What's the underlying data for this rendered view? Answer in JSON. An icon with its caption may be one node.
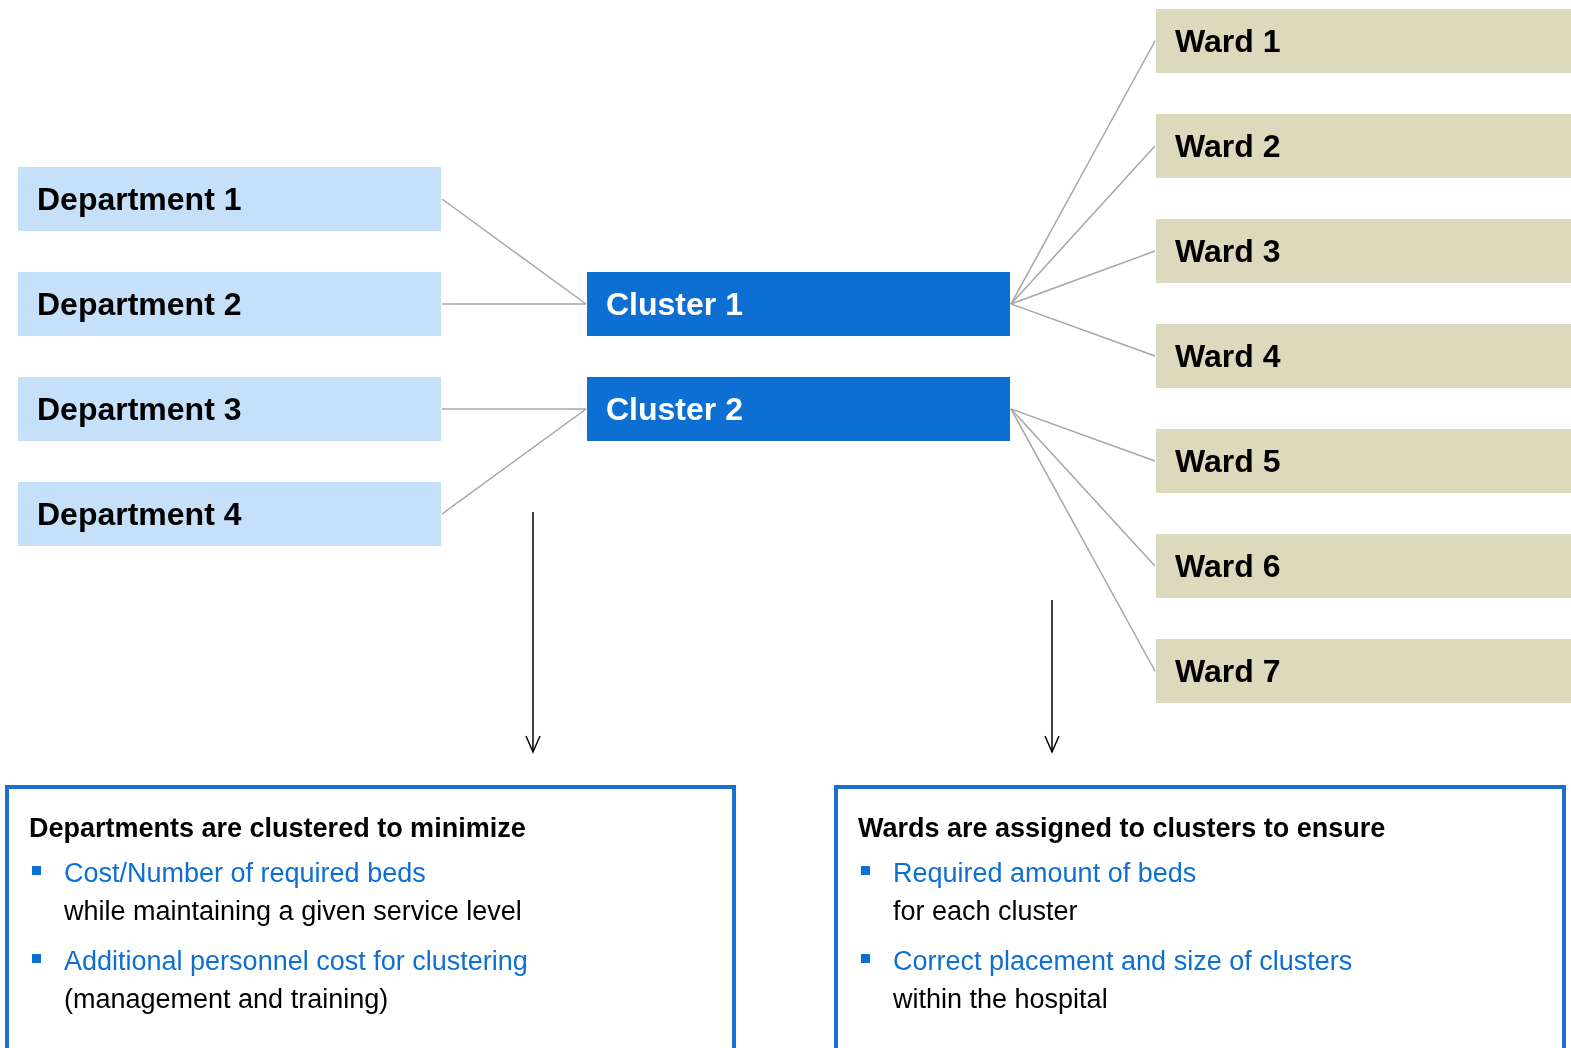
{
  "diagram": {
    "nodes": [
      {
        "text": [
          "Department 1"
        ]
      },
      {
        "text": [
          "Department 2"
        ]
      },
      {
        "text": [
          "Department 3"
        ]
      },
      {
        "text": [
          "Department 4"
        ]
      },
      {
        "text": [
          "Cluster 1"
        ]
      },
      {
        "text": [
          "Cluster 2"
        ]
      },
      {
        "text": [
          "Ward 1"
        ]
      },
      {
        "text": [
          "Ward 2"
        ]
      },
      {
        "text": [
          "Ward 3"
        ]
      },
      {
        "text": [
          "Ward 4"
        ]
      },
      {
        "text": [
          "Ward 5"
        ]
      },
      {
        "text": [
          "Ward 6"
        ]
      },
      {
        "text": [
          "Ward 7"
        ]
      },
      {
        "text": [
          "Departments are clustered to minimize",
          "Cost/Number of required beds",
          "while maintaining a given service level",
          "Additional personnel cost for clustering",
          "(management and training)"
        ]
      },
      {
        "text": [
          "Wards are assigned to clusters to ensure",
          "Required amount of beds",
          "for each cluster",
          "Correct placement and size of clusters",
          "within the hospital"
        ]
      }
    ],
    "edges": [
      {
        "from": 0,
        "to": 4,
        "arrow": "none"
      },
      {
        "from": 1,
        "to": 4,
        "arrow": "none"
      },
      {
        "from": 2,
        "to": 5,
        "arrow": "none"
      },
      {
        "from": 3,
        "to": 5,
        "arrow": "none"
      },
      {
        "from": 4,
        "to": 6,
        "arrow": "none"
      },
      {
        "from": 4,
        "to": 7,
        "arrow": "none"
      },
      {
        "from": 4,
        "to": 8,
        "arrow": "none"
      },
      {
        "from": 4,
        "to": 9,
        "arrow": "none"
      },
      {
        "from": 5,
        "to": 10,
        "arrow": "none"
      },
      {
        "from": 5,
        "to": 11,
        "arrow": "none"
      },
      {
        "from": 5,
        "to": 12,
        "arrow": "none"
      },
      {
        "from": null,
        "to": 13,
        "arrow": "to",
        "color": "#000000"
      },
      {
        "from": null,
        "to": 14,
        "arrow": "to",
        "color": "#000000"
      }
    ]
  }
}
